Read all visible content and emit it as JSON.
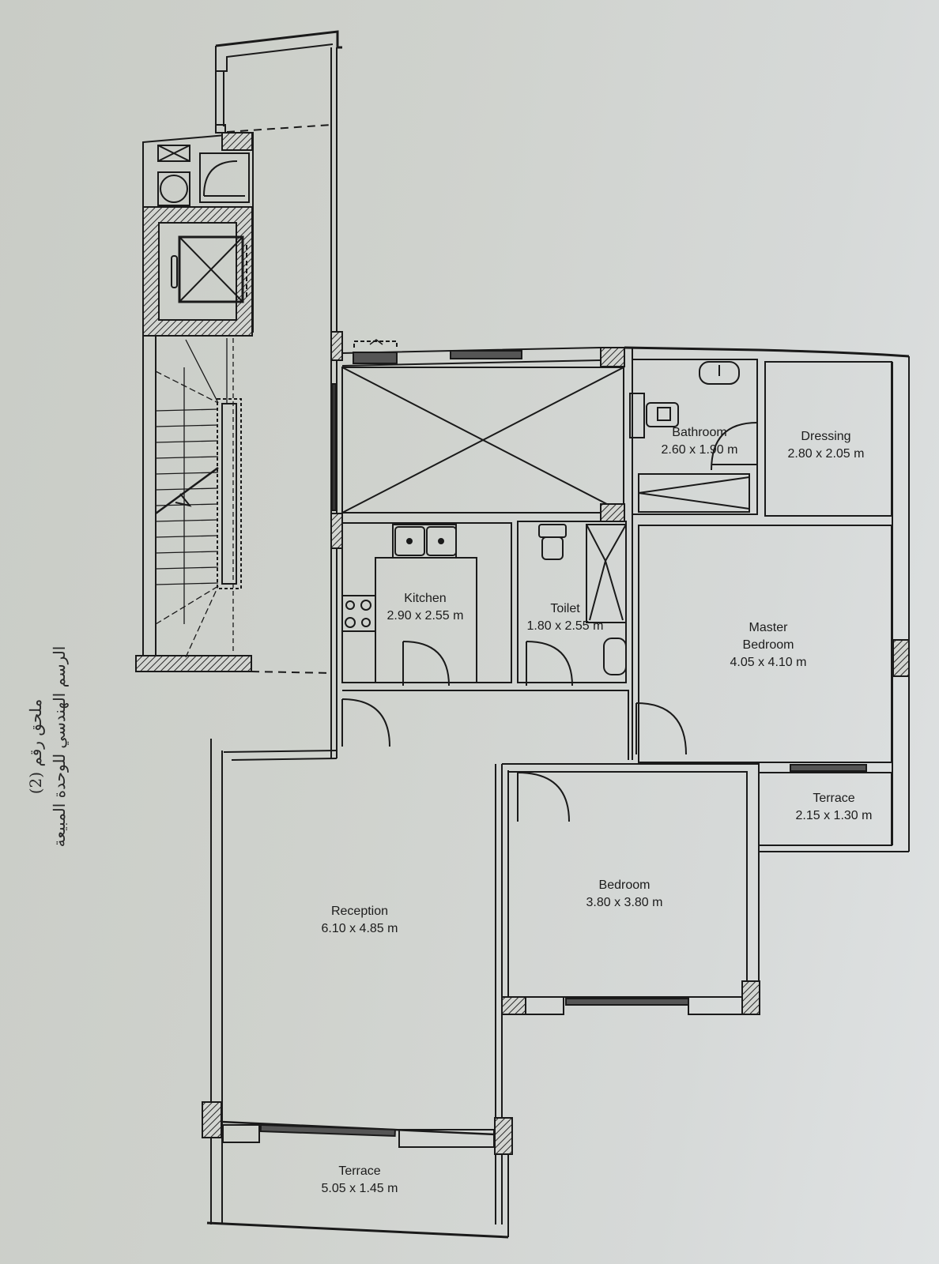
{
  "caption": {
    "line1": "ملحق رقم (2)",
    "line2": "الرسم الهندسي للوحدة المبيعة"
  },
  "rooms": [
    {
      "id": "bathroom",
      "name": "Bathroom",
      "size": "2.60 x 1.90 m"
    },
    {
      "id": "dressing",
      "name": "Dressing",
      "size": "2.80 x 2.05 m"
    },
    {
      "id": "kitchen",
      "name": "Kitchen",
      "size": "2.90 x 2.55 m"
    },
    {
      "id": "toilet",
      "name": "Toilet",
      "size": "1.80 x 2.55 m"
    },
    {
      "id": "master-bedroom",
      "name": "Master Bedroom",
      "name_line1": "Master",
      "name_line2": "Bedroom",
      "size": "4.05 x 4.10 m"
    },
    {
      "id": "terrace-small",
      "name": "Terrace",
      "size": "2.15 x 1.30 m"
    },
    {
      "id": "bedroom",
      "name": "Bedroom",
      "size": "3.80 x 3.80 m"
    },
    {
      "id": "reception",
      "name": "Reception",
      "size": "6.10 x 4.85 m"
    },
    {
      "id": "terrace-large",
      "name": "Terrace",
      "size": "5.05 x 1.45 m"
    }
  ],
  "colors": {
    "line": "#1a1a1a",
    "paper": "#cfd2cd",
    "hatch": "#2a2a2a"
  }
}
